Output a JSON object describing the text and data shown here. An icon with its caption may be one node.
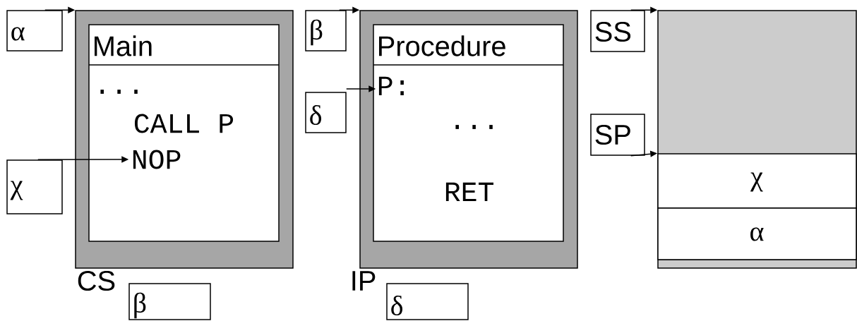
{
  "diagram": {
    "nodes": [
      {
        "text": [
          "α"
        ]
      },
      {
        "text": [],
        "shape": "box"
      },
      {
        "text": [
          "Main",
          "...",
          "CALL P"
        ],
        "in": 1
      },
      {
        "text": [
          "NOP"
        ],
        "in": 2
      },
      {
        "text": [
          "χ"
        ]
      },
      {
        "text": [
          "β"
        ],
        "beside": [
          "CS"
        ]
      },
      {
        "text": [
          "β"
        ]
      },
      {
        "text": [
          "δ"
        ]
      },
      {
        "text": [],
        "shape": "box"
      },
      {
        "text": [
          "Procedure",
          "...",
          "RET"
        ],
        "in": 8
      },
      {
        "text": [
          "P:"
        ],
        "in": 9
      },
      {
        "text": [
          "δ"
        ],
        "beside": [
          "IP"
        ]
      },
      {
        "text": [
          "SS"
        ]
      },
      {
        "text": [
          "SP"
        ]
      },
      {
        "text": [],
        "shape": "box"
      },
      {
        "text": [
          "χ"
        ],
        "in": 14
      },
      {
        "text": [
          "α"
        ],
        "in": 14
      }
    ],
    "edges": [
      {
        "from": 0,
        "to": 1,
        "arrow": "to"
      },
      {
        "from": 4,
        "to": 3,
        "arrow": "to"
      },
      {
        "from": 6,
        "to": 8,
        "arrow": "to"
      },
      {
        "from": 7,
        "to": 10,
        "arrow": "to"
      },
      {
        "from": 12,
        "to": 14,
        "arrow": "to"
      },
      {
        "from": 13,
        "to": 15,
        "arrow": "to"
      }
    ]
  }
}
